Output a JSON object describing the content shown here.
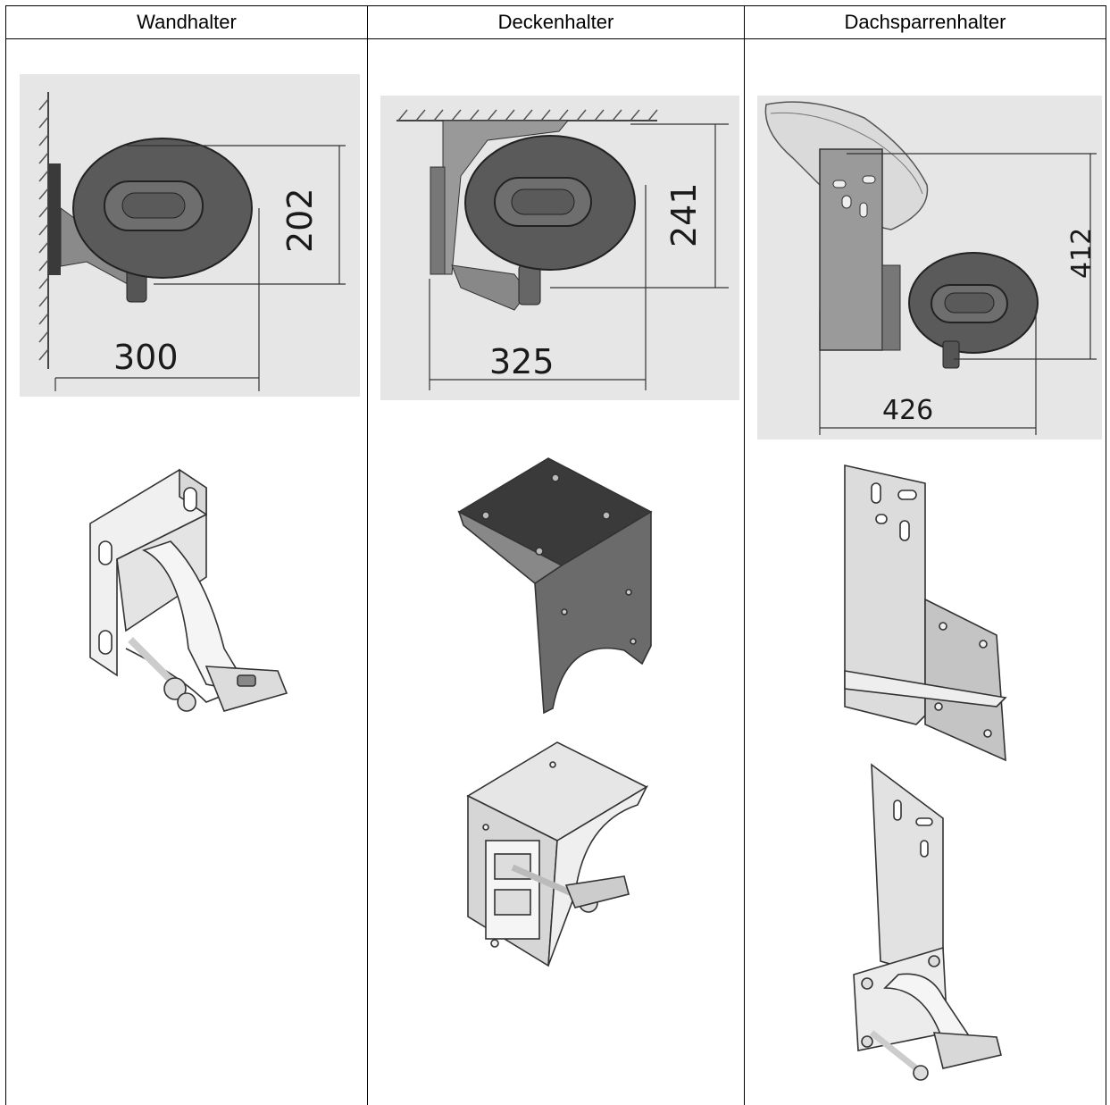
{
  "table": {
    "columns": [
      {
        "header": "Wandhalter",
        "dim_width": "300",
        "dim_height": "202"
      },
      {
        "header": "Deckenhalter",
        "dim_width": "325",
        "dim_height": "241"
      },
      {
        "header": "Dachsparrenhalter",
        "dim_width": "426",
        "dim_height": "412"
      }
    ]
  }
}
